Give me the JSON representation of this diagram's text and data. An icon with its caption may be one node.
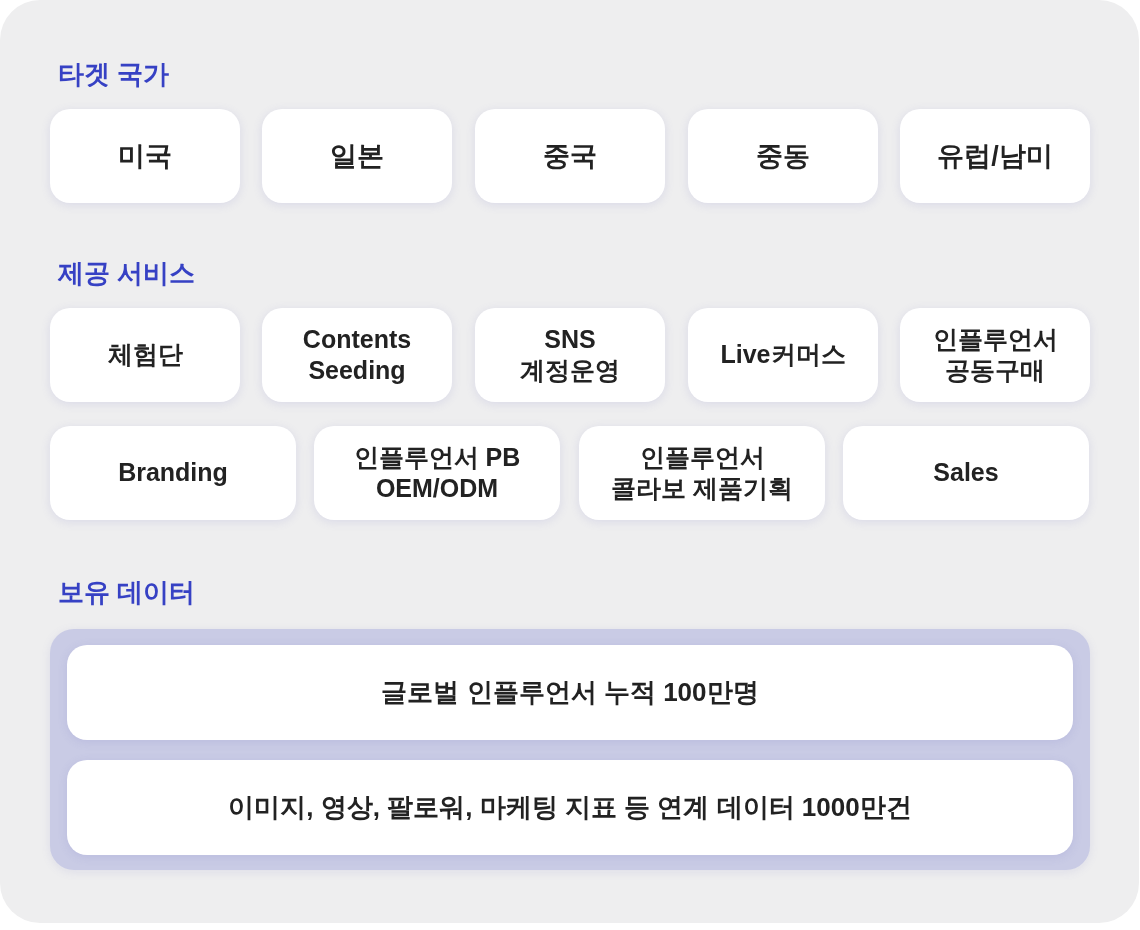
{
  "diagram": {
    "nodes": [
      {
        "text": [
          "미국"
        ]
      },
      {
        "text": [
          "일본"
        ]
      },
      {
        "text": [
          "중국"
        ]
      },
      {
        "text": [
          "중동"
        ]
      },
      {
        "text": [
          "유럽/남미"
        ]
      },
      {
        "text": [
          "체험단"
        ]
      },
      {
        "text": [
          "Contents Seeding"
        ]
      },
      {
        "text": [
          "SNS 계정운영"
        ]
      },
      {
        "text": [
          "Live커머스"
        ]
      },
      {
        "text": [
          "인플루언서 공동구매"
        ]
      },
      {
        "text": [
          "Branding"
        ]
      },
      {
        "text": [
          "인플루언서 PB OEM/ODM"
        ]
      },
      {
        "text": [
          "인플루언서 콜라보 제품기획"
        ]
      },
      {
        "text": [
          "Sales"
        ]
      },
      {
        "text": [
          "보유 데이터"
        ]
      },
      {
        "text": [
          "글로벌 인플루언서 누적 100만명"
        ],
        "in": 14
      },
      {
        "text": [
          "이미지, 영상, 팔로워, 마케팅 지표 등 연계 데이터 1000만건"
        ],
        "in": 14
      }
    ],
    "labels": [
      "타겟 국가",
      "제공 서비스"
    ]
  }
}
